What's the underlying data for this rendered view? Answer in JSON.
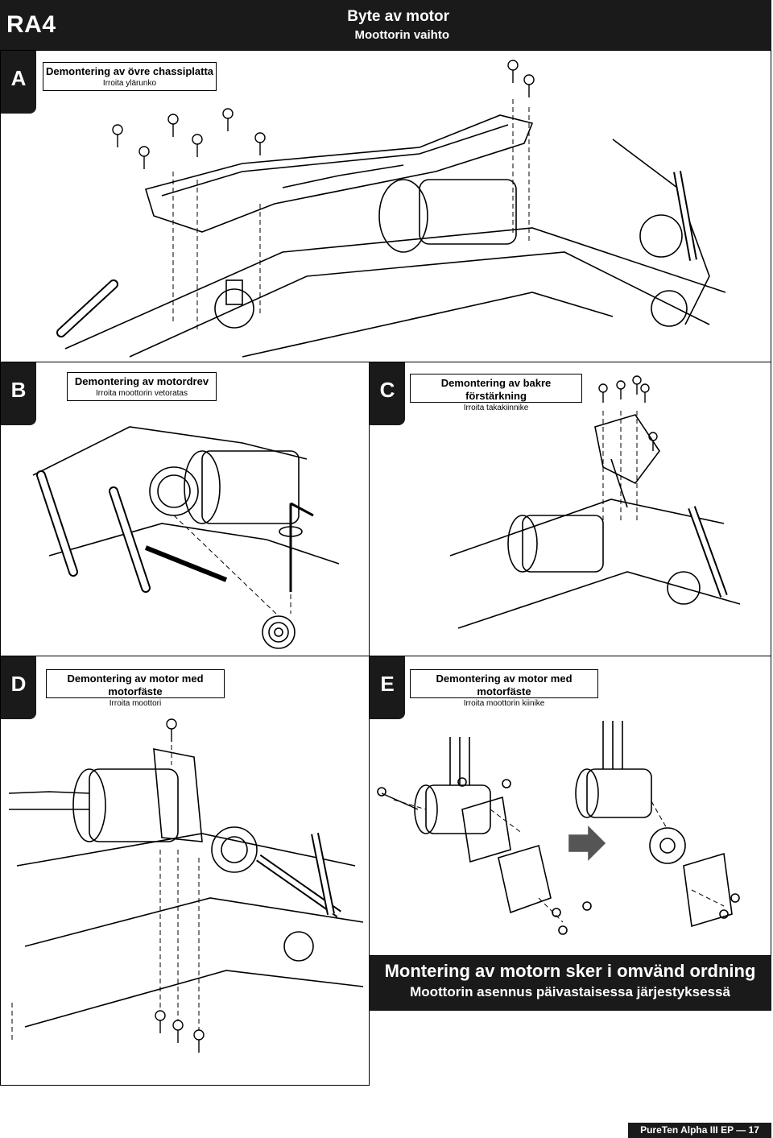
{
  "header": {
    "code": "RA4",
    "title": "Byte av motor",
    "subtitle": "Moottorin vaihto"
  },
  "steps": [
    {
      "letter": "A",
      "title": "Demontering av övre chassiplatta",
      "subtitle": "Irroita ylärunko"
    },
    {
      "letter": "B",
      "title": "Demontering av motordrev",
      "subtitle": "Irroita moottorin vetoratas"
    },
    {
      "letter": "C",
      "title": "Demontering av bakre förstärkning",
      "subtitle": "Irroita takakiinnike"
    },
    {
      "letter": "D",
      "title": "Demontering av motor med motorfäste",
      "subtitle": "Irroita moottori"
    },
    {
      "letter": "E",
      "title": "Demontering av motor med motorfäste",
      "subtitle": "Irroita moottorin kiinike"
    }
  ],
  "banner": {
    "line1": "Montering av motorn sker i omvänd ordning",
    "line2": "Moottorin asennus päivastaisessa järjestyksessä"
  },
  "footer": {
    "text": "PureTen Alpha III EP — 17"
  }
}
